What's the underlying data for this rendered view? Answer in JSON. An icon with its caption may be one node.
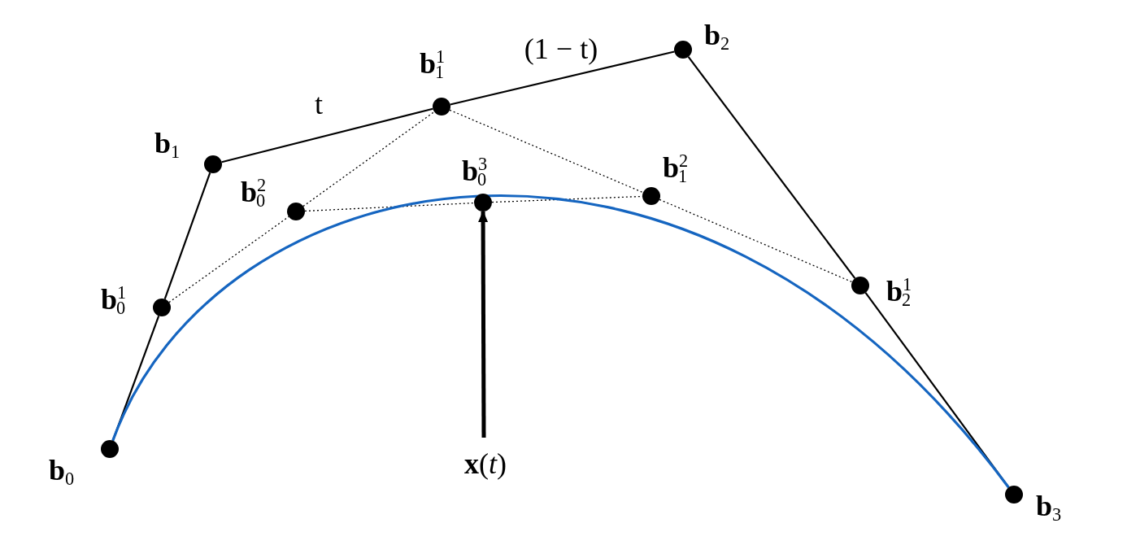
{
  "diagram": {
    "nodes": [
      {
        "text": [],
        "shape": "circle",
        "beside": [
          "**b**$_{2}$"
        ]
      },
      {
        "text": [],
        "shape": "circle",
        "beside": [
          "**b**$^{1}$$_{1}$"
        ]
      },
      {
        "text": [],
        "shape": "circle",
        "beside": [
          "**b**$_{1}$"
        ]
      },
      {
        "text": [],
        "shape": "circle",
        "beside": [
          "**b**$^{2}$$_{1}$"
        ]
      },
      {
        "text": [],
        "shape": "circle",
        "beside": [
          "**b**$^{3}$$_{0}$"
        ]
      },
      {
        "text": [],
        "shape": "circle",
        "beside": [
          "**b**$^{2}$$_{0}$"
        ]
      },
      {
        "text": [],
        "shape": "circle",
        "beside": [
          "**b**$^{1}$$_{2}$"
        ]
      },
      {
        "text": [],
        "shape": "circle",
        "beside": [
          "**b**$^{1}$$_{0}$"
        ]
      },
      {
        "text": [],
        "shape": "circle",
        "beside": [
          "**b**$_{0}$"
        ]
      },
      {
        "text": [
          "**x**(*t*)"
        ]
      },
      {
        "text": [],
        "shape": "circle",
        "beside": [
          "**b**$_{3}$"
        ]
      }
    ],
    "edges": [
      {
        "from": 8,
        "to": 7,
        "arrow": "none"
      },
      {
        "from": 7,
        "to": 2,
        "arrow": "none"
      },
      {
        "from": 2,
        "to": 1,
        "arrow": "none",
        "label": "t"
      },
      {
        "from": 1,
        "to": 0,
        "arrow": "none",
        "label": "(1 − t)"
      },
      {
        "from": 0,
        "to": 6,
        "arrow": "none"
      },
      {
        "from": 6,
        "to": 10,
        "arrow": "none"
      },
      {
        "from": 7,
        "to": 5,
        "arrow": "none",
        "style": "dashed"
      },
      {
        "from": 5,
        "to": 1,
        "arrow": "none",
        "style": "dashed"
      },
      {
        "from": 1,
        "to": 3,
        "arrow": "none",
        "style": "dashed"
      },
      {
        "from": 3,
        "to": 6,
        "arrow": "none",
        "style": "dashed"
      },
      {
        "from": 5,
        "to": 4,
        "arrow": "none",
        "style": "dashed"
      },
      {
        "from": 4,
        "to": 3,
        "arrow": "none",
        "style": "dashed"
      },
      {
        "from": 8,
        "to": 10,
        "arrow": "none",
        "color": "#1565c0"
      },
      {
        "from": 9,
        "to": 4,
        "arrow": "to",
        "style": "thick"
      }
    ]
  }
}
